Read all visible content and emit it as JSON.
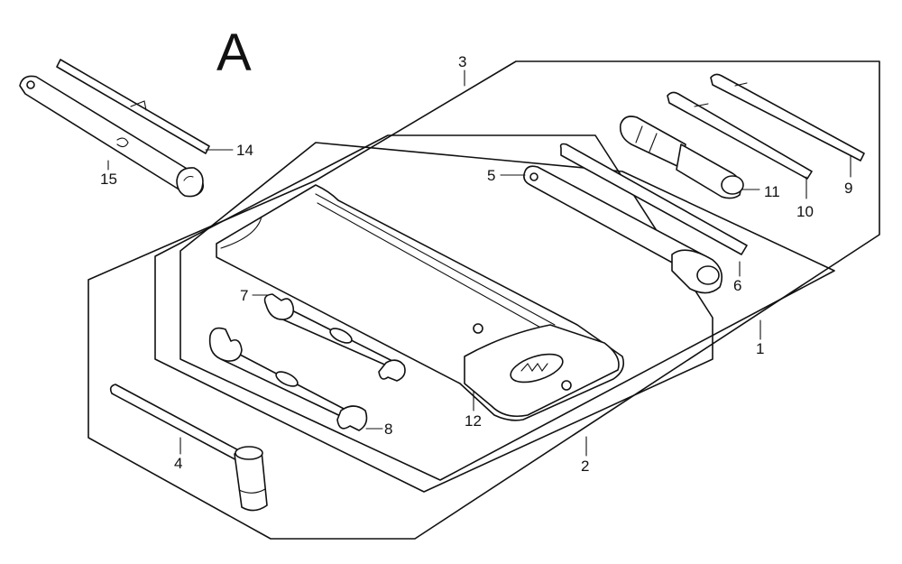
{
  "section_letter": "A",
  "callouts": {
    "c1": "1",
    "c2": "2",
    "c3": "3",
    "c4": "4",
    "c5": "5",
    "c6": "6",
    "c7": "7",
    "c8": "8",
    "c9": "9",
    "c10": "10",
    "c11": "11",
    "c12": "12",
    "c14": "14",
    "c15": "15"
  }
}
